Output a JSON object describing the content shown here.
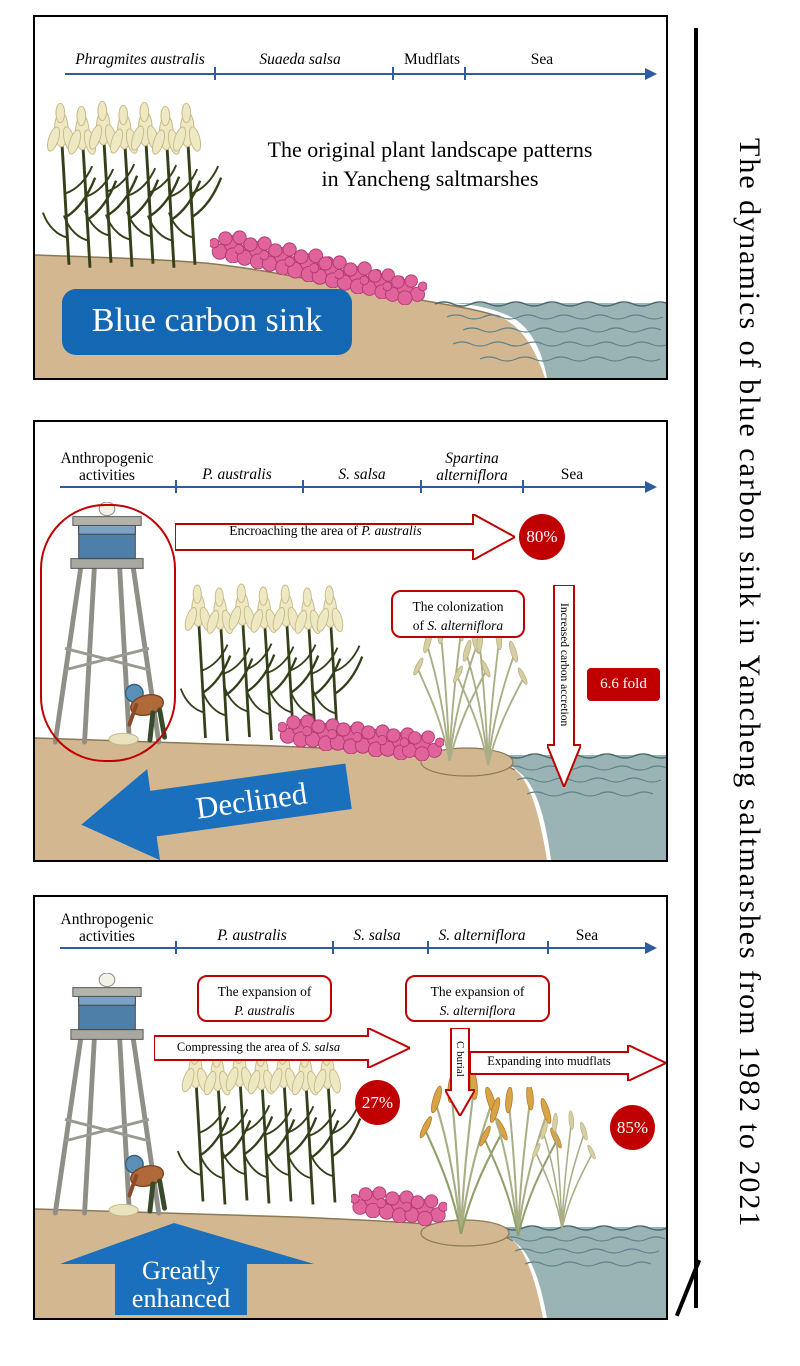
{
  "side": {
    "title": "The dynamics of blue carbon sink in Yancheng saltmarshes from 1982 to 2021"
  },
  "panel1": {
    "axis": {
      "a0": "Phragmites australis",
      "a1": "Suaeda salsa",
      "a2": "Mudflats",
      "a3": "Sea"
    },
    "caption1": "The original plant landscape patterns",
    "caption2": "in Yancheng saltmarshes",
    "badge": "Blue carbon sink"
  },
  "panel2": {
    "axis": {
      "a0l1": "Anthropogenic",
      "a0l2": "activities",
      "a1": "P. australis",
      "a2": "S. salsa",
      "a3l1": "Spartina",
      "a3l2": "alterniflora",
      "a4": "Sea"
    },
    "arrow1": {
      "prefix": "Encroaching the area of ",
      "species": "P. australis"
    },
    "pct80": "80%",
    "colonization": {
      "line1": "The colonization",
      "prefix": "of ",
      "species": "S. alterniflora"
    },
    "vertical_arrow": "Increased carbon accretion",
    "fold": "6.6 fold",
    "big_arrow": "Declined"
  },
  "panel3": {
    "axis": {
      "a0l1": "Anthropogenic",
      "a0l2": "activities",
      "a1": "P. australis",
      "a2": "S. salsa",
      "a3": "S. alterniflora",
      "a4": "Sea"
    },
    "box1": {
      "line1": "The expansion of",
      "species": "P. australis"
    },
    "box2": {
      "line1": "The expansion of",
      "species": "S. alterniflora"
    },
    "arrow1": {
      "prefix": "Compressing the area of ",
      "species": "S. salsa"
    },
    "pct27": "27%",
    "vertical_arrow": "C burial",
    "arrow2": "Expanding into mudflats",
    "pct85": "85%",
    "big_arrow_line1": "Greatly",
    "big_arrow_line2": "enhanced"
  },
  "colors": {
    "blue_accent": "#1a70bd",
    "badge_blue": "#1467b2",
    "axis_blue": "#2d5d9f",
    "red": "#c00000",
    "ground_tan": "#d3b791",
    "sea": "#9ab4b6",
    "pink_plant": "#e0639c",
    "reed_plume": "#efe9c3"
  }
}
